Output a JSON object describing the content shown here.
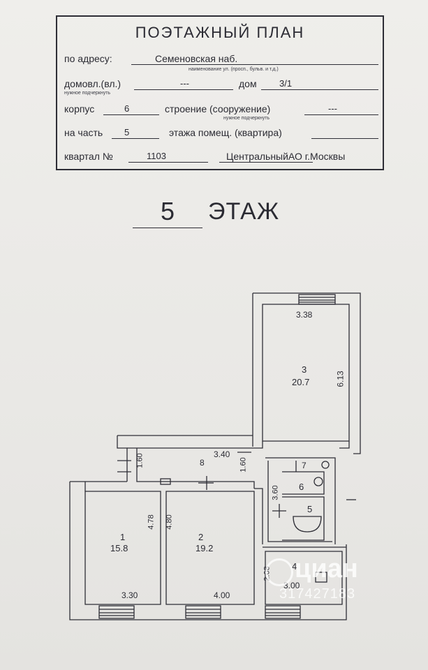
{
  "header": {
    "title": "ПОЭТАЖНЫЙ ПЛАН",
    "address_label": "по адресу:",
    "address_value": "Семеновская наб.",
    "address_hint": "наименование ул. (просп., бульв. и т.д.)",
    "domovl_label": "домовл.(вл.)",
    "domovl_value": "---",
    "dom_label": "дом",
    "dom_value": "3/1",
    "domovl_hint": "нужное подчеркнуть",
    "korpus_label": "корпус",
    "korpus_value": "6",
    "stroenie_label": "строение (сооружение)",
    "stroenie_value": "---",
    "stroenie_hint": "нужное подчеркнуть",
    "chast_label": "на часть",
    "chast_value": "5",
    "etazh_label": "этажа помещ. (квартира)",
    "kvartal_label": "квартал №",
    "kvartal_value": "1103",
    "okrug_value": "ЦентральныйАО г.Москвы"
  },
  "floor": {
    "number": "5",
    "word": "ЭТАЖ"
  },
  "plan": {
    "rooms": [
      {
        "id": "1",
        "area": "15.8"
      },
      {
        "id": "2",
        "area": "19.2"
      },
      {
        "id": "3",
        "area": "20.7"
      },
      {
        "id": "4",
        "area": ""
      },
      {
        "id": "5",
        "area": ""
      },
      {
        "id": "6",
        "area": ""
      },
      {
        "id": "7",
        "area": ""
      },
      {
        "id": "8",
        "area": ""
      }
    ],
    "dims": {
      "r3_width": "3.38",
      "r3_length": "6.13",
      "hall_length": "3.40",
      "hall_w_left": "1.60",
      "hall_w_right": "1.60",
      "r1_length": "4.78",
      "r2_length": "4.80",
      "r1_width": "3.30",
      "r2_width": "4.00",
      "bath_length": "3.60",
      "r4_length": "2.08",
      "r4_width": "3.00"
    }
  },
  "watermark": {
    "brand": "циан",
    "number": "317427183"
  },
  "colors": {
    "ink": "#2b2b33",
    "paper": "#ecebe8"
  }
}
